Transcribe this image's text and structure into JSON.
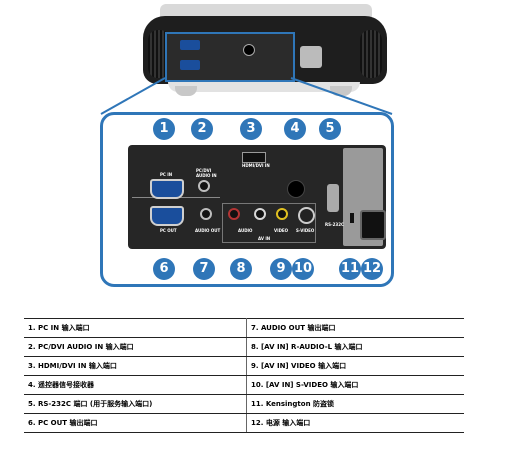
{
  "panel": {
    "pc_in": "PC IN",
    "pc_dvi_audio_in": "PC/DVI\nAUDIO IN",
    "hdmi_dvi_in": "HDMI/DVI IN",
    "pc_out": "PC OUT",
    "audio_out": "AUDIO OUT",
    "audio": "AUDIO",
    "video": "VIDEO",
    "s_video": "S-VIDEO",
    "av_in": "AV IN",
    "rs232c": "RS-232C"
  },
  "callouts": [
    "1",
    "2",
    "3",
    "4",
    "5",
    "6",
    "7",
    "8",
    "9",
    "10",
    "11",
    "12"
  ],
  "legend": [
    {
      "left": "1. PC IN 输入端口",
      "right": "7. AUDIO OUT 输出端口"
    },
    {
      "left": "2. PC/DVI AUDIO IN 输入端口",
      "right": "8. [AV IN] R-AUDIO-L 输入端口"
    },
    {
      "left": "3. HDMI/DVI IN 输入端口",
      "right": "9. [AV IN] VIDEO 输入端口"
    },
    {
      "left": "4. 遥控器信号接收器",
      "right": "10. [AV IN] S-VIDEO 输入端口"
    },
    {
      "left": "5. RS-232C 端口 (用于服务输入端口)",
      "right": "11. Kensington 防盗锁"
    },
    {
      "left": "6. PC OUT 输出端口",
      "right": "12. 电源 输入端口"
    }
  ],
  "colors": {
    "accent": "#2f76b8",
    "panel": "#262626"
  }
}
